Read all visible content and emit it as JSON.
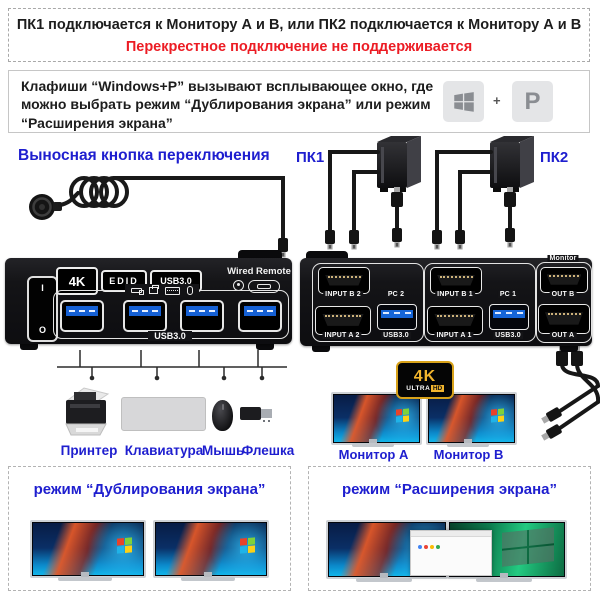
{
  "colors": {
    "accent_blue": "#1e1ecf",
    "alert_red": "#ec1c24",
    "badge_gold": "#d8a21a",
    "usb_blue": "#1565d8"
  },
  "notice_box": {
    "line1": "ПК1 подключается к Монитору А и В, или ПК2 подключается к Монитору А и В",
    "line2": "Перекрестное подключение не поддерживается"
  },
  "hotkey_box": {
    "text": "Клафиши “Windows+P” вызывают всплывающее окно, где можно выбрать режим “Дублирования экрана” или режим “Расширения экрана”",
    "plus": "+",
    "p_key": "P"
  },
  "diagram": {
    "remote_button_label": "Выносная кнопка переключения",
    "pc1_label": "ПК1",
    "pc2_label": "ПК2",
    "front_panel": {
      "badge_4k": "4K",
      "badge_edid": "EDID",
      "badge_usb": "USB3.0",
      "wired_remote_label": "Wired Remote",
      "power_on": "I",
      "power_off": "O",
      "usb_group_label": "USB3.0"
    },
    "rear_panel": {
      "group_pc2": {
        "top_port": "INPUT B 2",
        "name": "PC 2",
        "bottom_port": "INPUT A 2",
        "usb": "USB3.0"
      },
      "group_pc1": {
        "top_port": "INPUT B 1",
        "name": "PC 1",
        "bottom_port": "INPUT A 1",
        "usb": "USB3.0"
      },
      "group_monitor": {
        "name": "Monitor",
        "top_port": "OUT B",
        "bottom_port": "OUT A"
      }
    },
    "peripheral_labels": {
      "printer": "Принтер",
      "keyboard": "Клавиатура",
      "mouse": "Мышь",
      "flash": "Флешка"
    },
    "uhd_badge": {
      "line1": "4K",
      "ultra": "ULTRA",
      "hd": "HD"
    },
    "monitor_a_label": "Монитор А",
    "monitor_b_label": "Монитор В"
  },
  "mode_boxes": {
    "duplicate_title": "режим “Дублирования экрана”",
    "extend_title": "режим “Расширения экрана”"
  }
}
